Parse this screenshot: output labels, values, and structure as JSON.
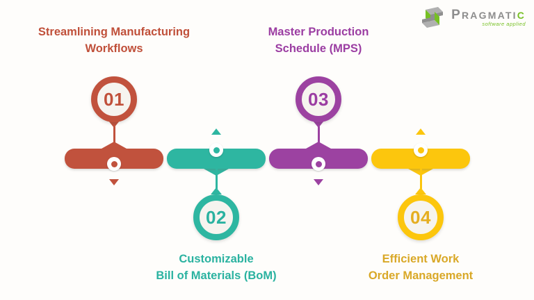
{
  "canvas": {
    "background": "#fefdfb"
  },
  "logo": {
    "brand_lead": "P",
    "brand_mid": "RAGMATI",
    "brand_tail": "C",
    "tagline": "software applied",
    "icon": "pragmatic-arrows-icon",
    "brand_color": "#8d8d8d",
    "accent_color": "#76c023"
  },
  "milestones": [
    {
      "number": "01",
      "title_line1": "Streamlining Manufacturing",
      "title_line2": "Workflows",
      "position": "top",
      "bar_color": "#c1523d",
      "text_color": "#c0503a",
      "number_color": "#c0503a"
    },
    {
      "number": "02",
      "title_line1": "Customizable",
      "title_line2": "Bill of Materials (BoM)",
      "position": "bottom",
      "bar_color": "#2eb6a1",
      "text_color": "#2ab2a0",
      "number_color": "#2ab2a0"
    },
    {
      "number": "03",
      "title_line1": "Master Production",
      "title_line2": "Schedule (MPS)",
      "position": "top",
      "bar_color": "#9c42a1",
      "text_color": "#9b3da2",
      "number_color": "#9b3da2"
    },
    {
      "number": "04",
      "title_line1": "Efficient Work",
      "title_line2": "Order Management",
      "position": "bottom",
      "bar_color": "#fcc60d",
      "text_color": "#d9a827",
      "number_color": "#e5ae20"
    }
  ]
}
